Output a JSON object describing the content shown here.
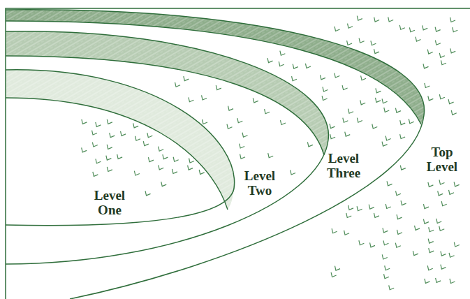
{
  "diagram": {
    "nodes": [
      {
        "text": [
          "Top Level"
        ]
      },
      {
        "text": [
          "Level Three"
        ],
        "in": 0
      },
      {
        "text": [
          "Level Two"
        ],
        "in": 1
      },
      {
        "text": [
          "Level One"
        ],
        "in": 2
      }
    ]
  }
}
